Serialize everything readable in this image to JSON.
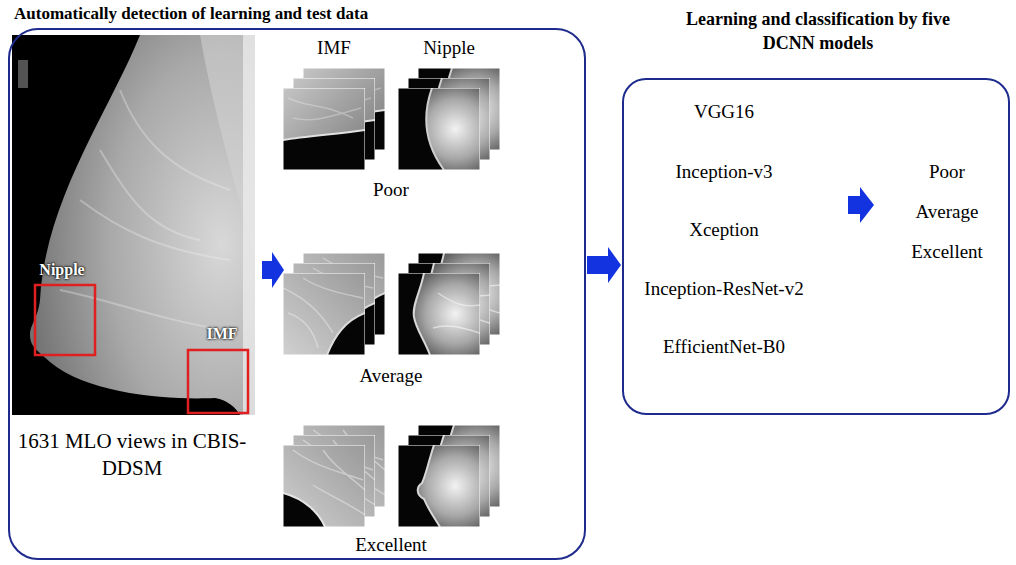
{
  "diagram": {
    "nodes": [
      {
        "text": [
          "Automatically detection of learning and test data",
          "1631 MLO views in CBIS-DDSM"
        ]
      },
      {
        "text": [
          "Learning and classification by five DCNN models",
          "VGG16",
          "Inception-v3",
          "Xception",
          "Inception-ResNet-v2",
          "EfficientNet-B0",
          "Poor",
          "Average",
          "Excellent"
        ]
      }
    ],
    "edges": [
      {
        "from": 0,
        "to": 1,
        "arrow": "to"
      }
    ],
    "labels": [
      "Nipple",
      "IMF",
      "IMF",
      "Nipple",
      "Poor",
      "Average",
      "Excellent"
    ]
  }
}
